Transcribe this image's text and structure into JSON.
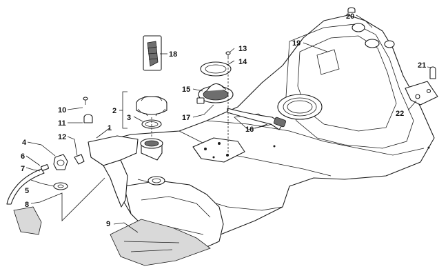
{
  "callouts": [
    "1",
    "2",
    "3",
    "4",
    "5",
    "6",
    "7",
    "8",
    "9",
    "10",
    "11",
    "12",
    "13",
    "14",
    "15",
    "16",
    "17",
    "18",
    "19",
    "20",
    "21",
    "22"
  ],
  "colors": {
    "line": "#1a1a1a",
    "shade": "#d9d9d9",
    "background": "#ffffff"
  }
}
